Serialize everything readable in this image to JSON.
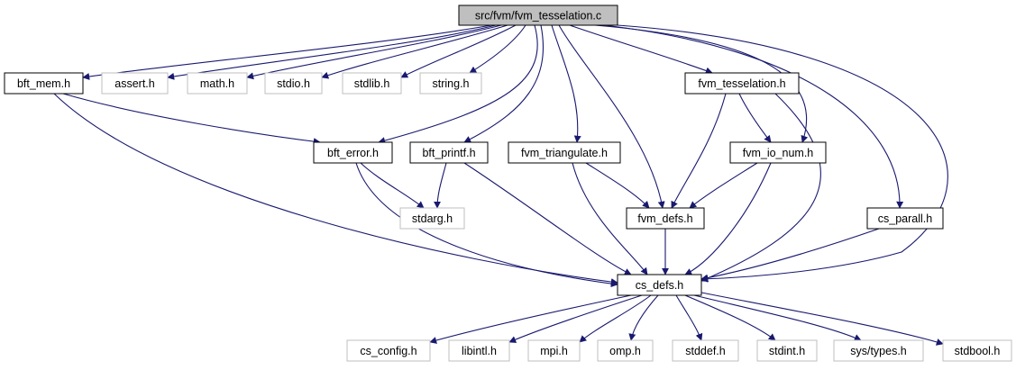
{
  "diagram": {
    "colors": {
      "edge": "#191970",
      "root_fill": "#bfbfbf",
      "local_border": "#000000",
      "system_border": "#bfbfbf",
      "label_local": "#000000",
      "label_system": "#000000"
    },
    "nodes": [
      {
        "id": "root",
        "label": "src/fvm/fvm_tesselation.c",
        "kind": "root"
      },
      {
        "id": "bft_mem",
        "label": "bft_mem.h",
        "kind": "local"
      },
      {
        "id": "assert",
        "label": "assert.h",
        "kind": "system"
      },
      {
        "id": "math",
        "label": "math.h",
        "kind": "system"
      },
      {
        "id": "stdio",
        "label": "stdio.h",
        "kind": "system"
      },
      {
        "id": "stdlib",
        "label": "stdlib.h",
        "kind": "system"
      },
      {
        "id": "string",
        "label": "string.h",
        "kind": "system"
      },
      {
        "id": "fvm_tesselation",
        "label": "fvm_tesselation.h",
        "kind": "local"
      },
      {
        "id": "bft_error",
        "label": "bft_error.h",
        "kind": "local"
      },
      {
        "id": "bft_printf",
        "label": "bft_printf.h",
        "kind": "local"
      },
      {
        "id": "fvm_triangulate",
        "label": "fvm_triangulate.h",
        "kind": "local"
      },
      {
        "id": "fvm_io_num",
        "label": "fvm_io_num.h",
        "kind": "local"
      },
      {
        "id": "stdarg",
        "label": "stdarg.h",
        "kind": "system"
      },
      {
        "id": "fvm_defs",
        "label": "fvm_defs.h",
        "kind": "local"
      },
      {
        "id": "cs_parall",
        "label": "cs_parall.h",
        "kind": "local"
      },
      {
        "id": "cs_defs",
        "label": "cs_defs.h",
        "kind": "local"
      },
      {
        "id": "cs_config",
        "label": "cs_config.h",
        "kind": "system"
      },
      {
        "id": "libintl",
        "label": "libintl.h",
        "kind": "system"
      },
      {
        "id": "mpi",
        "label": "mpi.h",
        "kind": "system"
      },
      {
        "id": "omp",
        "label": "omp.h",
        "kind": "system"
      },
      {
        "id": "stddef",
        "label": "stddef.h",
        "kind": "system"
      },
      {
        "id": "stdint",
        "label": "stdint.h",
        "kind": "system"
      },
      {
        "id": "sys_types",
        "label": "sys/types.h",
        "kind": "system"
      },
      {
        "id": "stdbool",
        "label": "stdbool.h",
        "kind": "system"
      }
    ],
    "edges": [
      {
        "from": "root",
        "to": "bft_mem"
      },
      {
        "from": "root",
        "to": "assert"
      },
      {
        "from": "root",
        "to": "math"
      },
      {
        "from": "root",
        "to": "stdio"
      },
      {
        "from": "root",
        "to": "stdlib"
      },
      {
        "from": "root",
        "to": "string"
      },
      {
        "from": "root",
        "to": "fvm_tesselation"
      },
      {
        "from": "root",
        "to": "bft_error"
      },
      {
        "from": "root",
        "to": "bft_printf"
      },
      {
        "from": "root",
        "to": "fvm_triangulate"
      },
      {
        "from": "root",
        "to": "fvm_defs"
      },
      {
        "from": "root",
        "to": "fvm_io_num"
      },
      {
        "from": "root",
        "to": "cs_parall"
      },
      {
        "from": "root",
        "to": "cs_defs"
      },
      {
        "from": "bft_mem",
        "to": "bft_error"
      },
      {
        "from": "bft_mem",
        "to": "cs_defs"
      },
      {
        "from": "bft_error",
        "to": "stdarg"
      },
      {
        "from": "bft_error",
        "to": "cs_defs"
      },
      {
        "from": "bft_printf",
        "to": "stdarg"
      },
      {
        "from": "bft_printf",
        "to": "cs_defs"
      },
      {
        "from": "fvm_tesselation",
        "to": "fvm_defs"
      },
      {
        "from": "fvm_tesselation",
        "to": "fvm_io_num"
      },
      {
        "from": "fvm_tesselation",
        "to": "cs_defs"
      },
      {
        "from": "fvm_triangulate",
        "to": "fvm_defs"
      },
      {
        "from": "fvm_triangulate",
        "to": "cs_defs"
      },
      {
        "from": "fvm_io_num",
        "to": "fvm_defs"
      },
      {
        "from": "fvm_io_num",
        "to": "cs_defs"
      },
      {
        "from": "fvm_defs",
        "to": "cs_defs"
      },
      {
        "from": "cs_parall",
        "to": "cs_defs"
      },
      {
        "from": "cs_defs",
        "to": "cs_config"
      },
      {
        "from": "cs_defs",
        "to": "libintl"
      },
      {
        "from": "cs_defs",
        "to": "mpi"
      },
      {
        "from": "cs_defs",
        "to": "omp"
      },
      {
        "from": "cs_defs",
        "to": "stddef"
      },
      {
        "from": "cs_defs",
        "to": "stdint"
      },
      {
        "from": "cs_defs",
        "to": "sys_types"
      },
      {
        "from": "cs_defs",
        "to": "stdbool"
      }
    ]
  }
}
